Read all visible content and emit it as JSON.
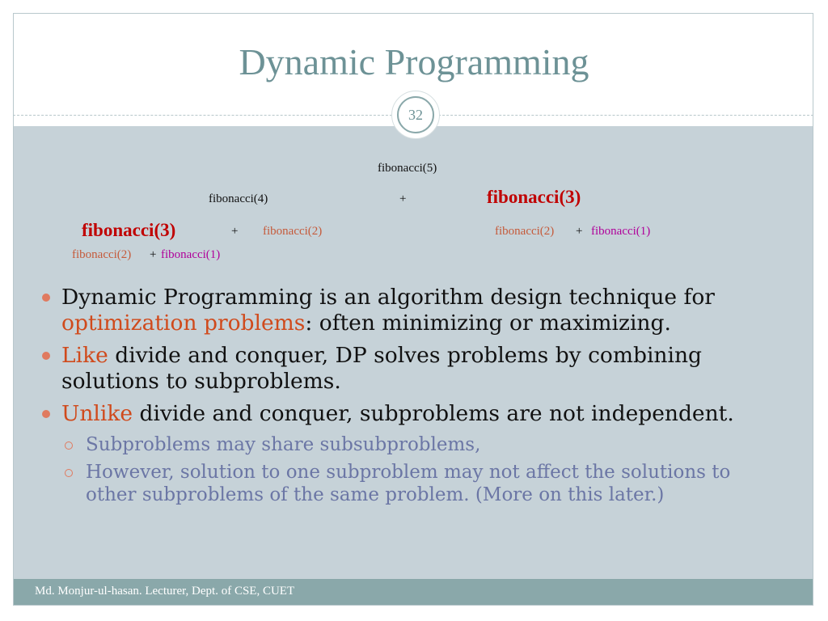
{
  "slide": {
    "title": "Dynamic Programming",
    "page_number": "32",
    "footer": "Md. Monjur-ul-hasan. Lecturer, Dept. of CSE, CUET"
  },
  "tree": {
    "root": "fibonacci(5)",
    "l1_left": "fibonacci(4)",
    "l1_plus": "+",
    "l1_right": "fibonacci(3)",
    "l2_left_big": "fibonacci(3)",
    "l2_plus_a": "+",
    "l2_left_f2": "fibonacci(2)",
    "l2_right_f2": "fibonacci(2)",
    "l2_plus_b": "+",
    "l2_right_f1": "fibonacci(1)",
    "l3_f2": "fibonacci(2)",
    "l3_plus": "+",
    "l3_f1": "fibonacci(1)"
  },
  "bullets": [
    {
      "pre": "Dynamic Programming is an algorithm design technique for ",
      "accent": "optimization problems",
      "post": ": often minimizing or maximizing."
    },
    {
      "pre": "",
      "accent": "Like",
      "post": " divide and conquer, DP solves problems by combining solutions to subproblems."
    },
    {
      "pre": "",
      "accent": "Unlike",
      "post": " divide and conquer, subproblems are not independent."
    }
  ],
  "sub_bullets": [
    "Subproblems may share subsubproblems,",
    "However, solution to one subproblem may not affect the solutions to other subproblems of the same problem. (More on this later.)"
  ],
  "colors": {
    "title": "#6d9296",
    "content_bg": "#c6d2d8",
    "footer_bg": "#8aa8aa",
    "accent": "#d04a1c",
    "sub_text": "#6b76a5"
  }
}
